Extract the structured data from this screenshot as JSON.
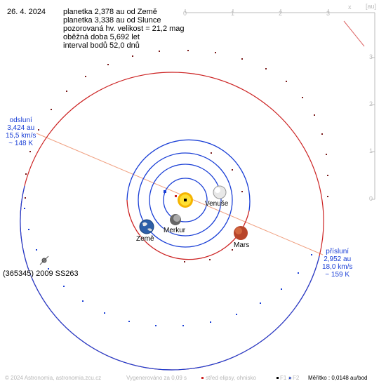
{
  "header": {
    "date": "26. 4. 2024",
    "lines": [
      "planetka 2,378 au od Země",
      "planetka 3,338 au od Slunce",
      "pozorovaná hv. velikost = 21,2 mag",
      "oběžná doba 5,692 let",
      "interval bodů 52,0 dnů"
    ]
  },
  "aphelion": {
    "title": "odsluní",
    "distance": "3,424 au",
    "speed": "15,5 km/s",
    "temp": "~ 148 K"
  },
  "perihelion": {
    "title": "přísluní",
    "distance": "2,952 au",
    "speed": "18,0 km/s",
    "temp": "~ 159 K"
  },
  "axis": {
    "x_label": "x",
    "unit_label": "[au]",
    "x_ticks": [
      "0",
      "1",
      "2",
      "3"
    ],
    "y_ticks": [
      "3",
      "2",
      "1",
      "0"
    ]
  },
  "bodies": {
    "sun": "",
    "venus": "Venuše",
    "mercury": "Merkur",
    "earth": "Země",
    "mars": "Mars",
    "asteroid": "(365345) 2009 SS263"
  },
  "footer": {
    "copyright": "© 2024 Astronomia, astronomia.zcu.cz",
    "generated": "Vygenerováno za 0,09 s",
    "legend_center": "střed elipsy, ohnisko",
    "legend_f1": "F1 a",
    "legend_f2": "F2",
    "scale": "Měřítko : 0,0148 au/bod"
  },
  "colors": {
    "orbit_red": "#cc2222",
    "orbit_blue": "#1a3fd6",
    "apsis_line": "#f0a080",
    "axis_gray": "#bbbbbb"
  }
}
